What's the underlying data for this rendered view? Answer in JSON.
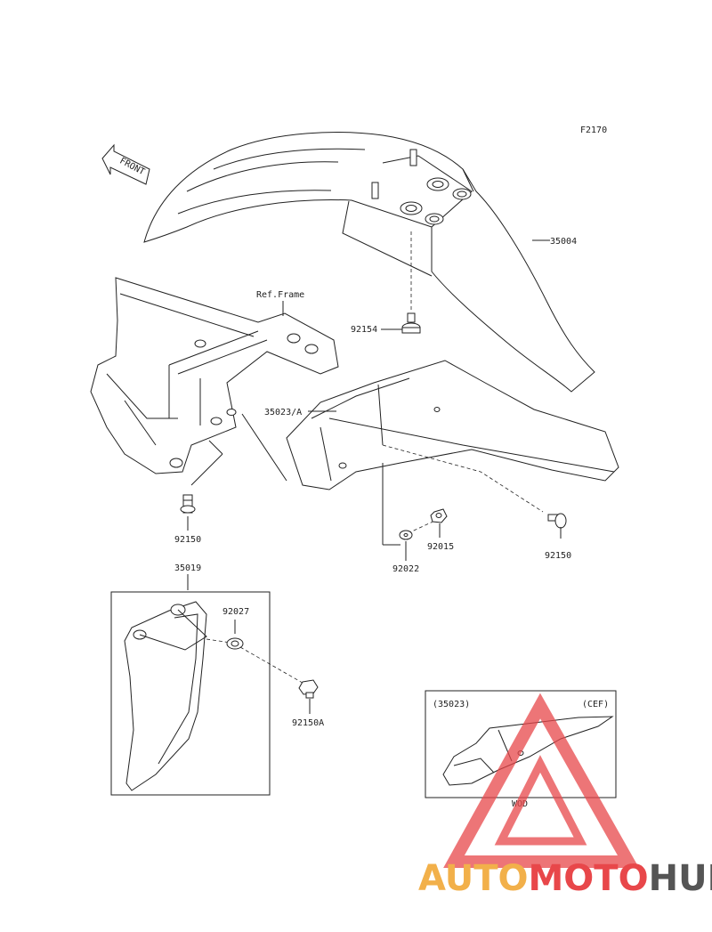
{
  "figure_code": "F2170",
  "front_marker": "FRONT",
  "ref_frame": "Ref.Frame",
  "parts": {
    "p35004": "35004",
    "p92154": "92154",
    "p35023a": "35023/A",
    "p92150_left": "92150",
    "p92150_right": "92150",
    "p92015": "92015",
    "p92022": "92022",
    "p35019": "35019",
    "p92027": "92027",
    "p92150a": "92150A"
  },
  "inset": {
    "part": "(35023)",
    "region": "(CEF)",
    "note": "WOD"
  },
  "watermark": {
    "part1": "AUTO",
    "part2": "MOTO",
    "part3": "HUB",
    "color1": "#f2b04a",
    "color2": "#e8474a",
    "color3": "#555555"
  }
}
